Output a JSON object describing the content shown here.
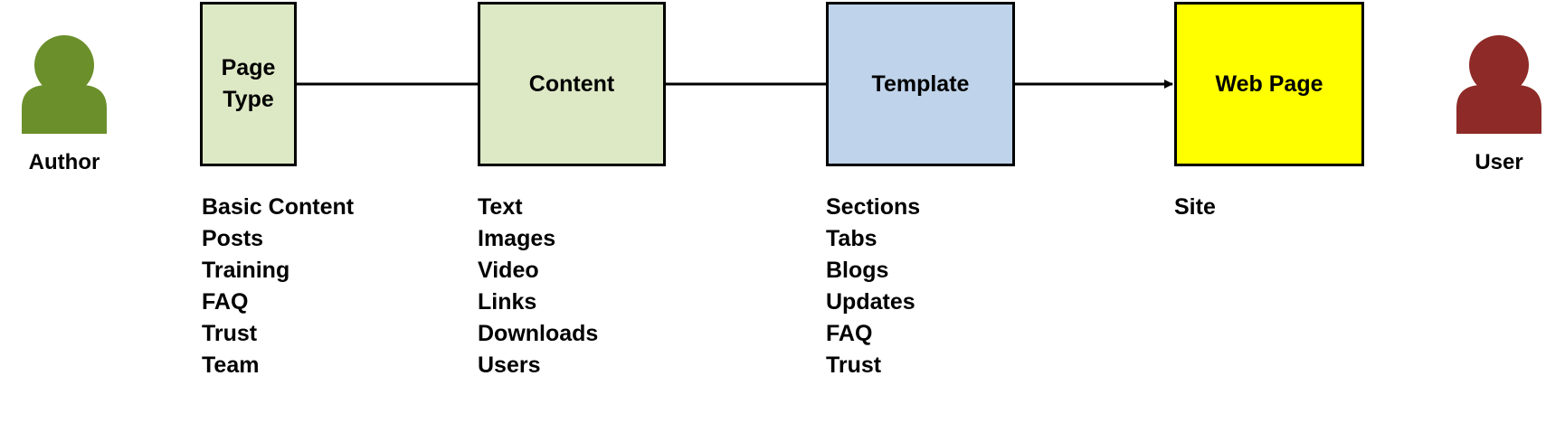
{
  "actors": {
    "author": {
      "label": "Author",
      "color": "#6b8f2b"
    },
    "user": {
      "label": "User",
      "color": "#8e2a27"
    }
  },
  "boxes": {
    "page_type": {
      "label": "Page Type",
      "fill": "#dde8c5"
    },
    "content": {
      "label": "Content",
      "fill": "#dde8c5"
    },
    "template": {
      "label": "Template",
      "fill": "#bfd3ea"
    },
    "web_page": {
      "label": "Web Page",
      "fill": "#ffff00"
    }
  },
  "lists": {
    "page_type": [
      "Basic Content",
      "Posts",
      "Training",
      "FAQ",
      "Trust",
      "Team"
    ],
    "content": [
      "Text",
      "Images",
      "Video",
      "Links",
      "Downloads",
      "Users"
    ],
    "template": [
      "Sections",
      "Tabs",
      "Blogs",
      "Updates",
      "FAQ",
      "Trust"
    ],
    "web_page": [
      "Site"
    ]
  }
}
